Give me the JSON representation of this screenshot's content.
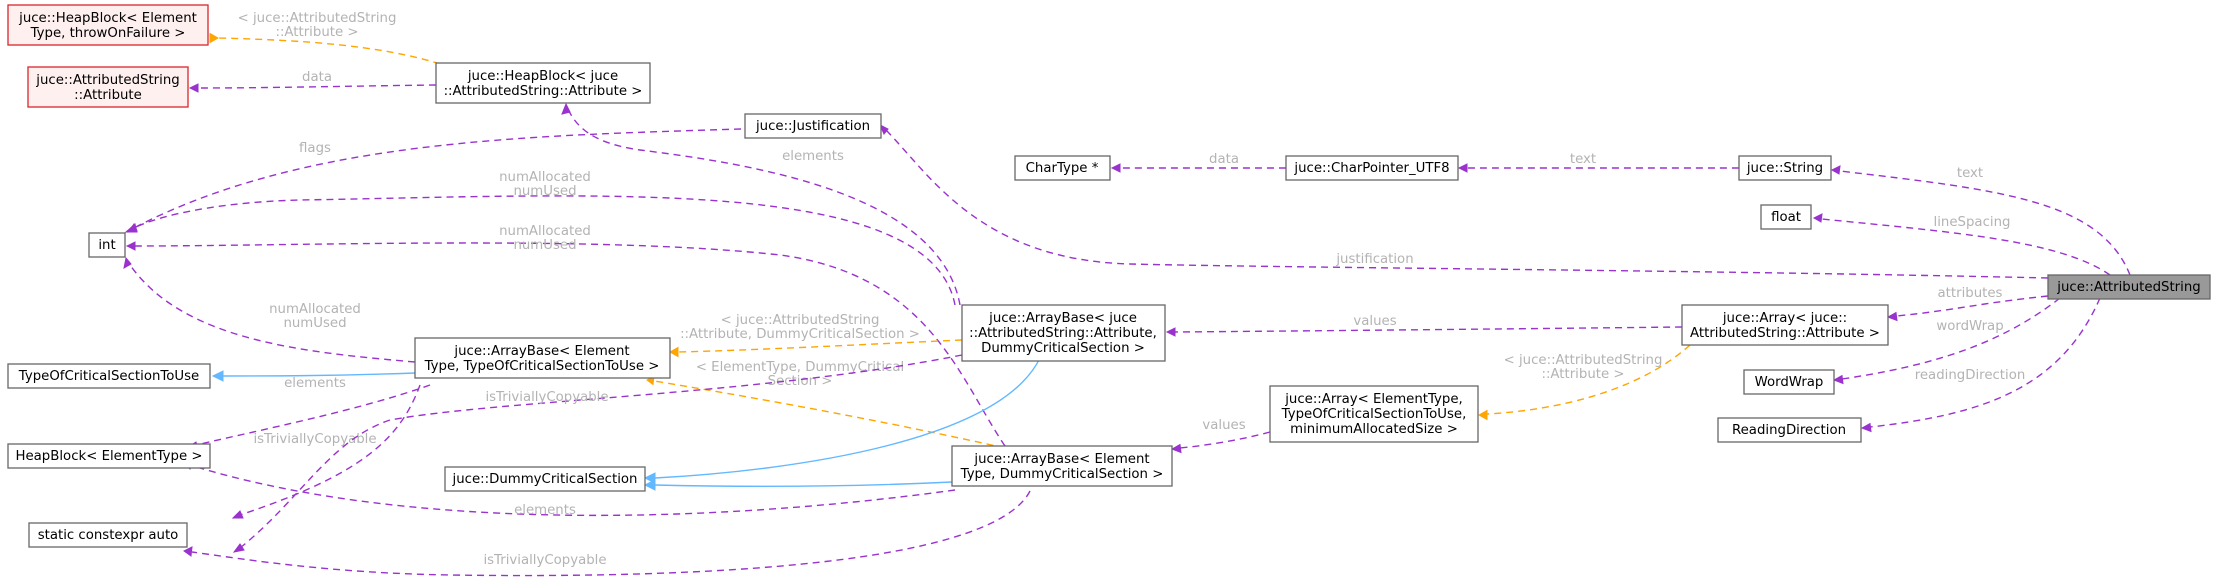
{
  "colors": {
    "member_edge": "#9a32cd",
    "template_edge": "#ffa500",
    "inherit_edge": "#63b8ff",
    "undocumented_border": "#d9262b",
    "undocumented_fill": "#fff0f0",
    "focus_fill": "#999999",
    "edge_label": "#b3b3b3"
  },
  "nodes": [
    {
      "id": "heapblock_throw",
      "lines": [
        "juce::HeapBlock< Element",
        "Type, throwOnFailure >"
      ],
      "style": "undoc"
    },
    {
      "id": "attr_attribute",
      "lines": [
        "juce::AttributedString",
        "::Attribute"
      ],
      "style": "undoc"
    },
    {
      "id": "heapblock_attr",
      "lines": [
        "juce::HeapBlock< juce",
        "::AttributedString::Attribute >"
      ],
      "style": "normal"
    },
    {
      "id": "int",
      "lines": [
        "int"
      ],
      "style": "normal"
    },
    {
      "id": "tocs",
      "lines": [
        "TypeOfCriticalSectionToUse"
      ],
      "style": "normal"
    },
    {
      "id": "heapblock_elem",
      "lines": [
        "HeapBlock< ElementType >"
      ],
      "style": "normal"
    },
    {
      "id": "static_auto",
      "lines": [
        "static constexpr auto"
      ],
      "style": "normal"
    },
    {
      "id": "arraybase_generic",
      "lines": [
        "juce::ArrayBase< Element",
        "Type, TypeOfCriticalSectionToUse >"
      ],
      "style": "normal"
    },
    {
      "id": "dummy_cs",
      "lines": [
        "juce::DummyCriticalSection"
      ],
      "style": "normal"
    },
    {
      "id": "justification",
      "lines": [
        "juce::Justification"
      ],
      "style": "normal"
    },
    {
      "id": "arraybase_attr",
      "lines": [
        "juce::ArrayBase< juce",
        "::AttributedString::Attribute,",
        "DummyCriticalSection >"
      ],
      "style": "normal"
    },
    {
      "id": "arraybase_dummy",
      "lines": [
        "juce::ArrayBase< Element",
        "Type, DummyCriticalSection >"
      ],
      "style": "normal"
    },
    {
      "id": "chartype",
      "lines": [
        "CharType *"
      ],
      "style": "normal"
    },
    {
      "id": "charpointer",
      "lines": [
        "juce::CharPointer_UTF8"
      ],
      "style": "normal"
    },
    {
      "id": "array_generic",
      "lines": [
        "juce::Array< ElementType,",
        "TypeOfCriticalSectionToUse,",
        "minimumAllocatedSize >"
      ],
      "style": "normal"
    },
    {
      "id": "string",
      "lines": [
        "juce::String"
      ],
      "style": "normal"
    },
    {
      "id": "float",
      "lines": [
        "float"
      ],
      "style": "normal"
    },
    {
      "id": "array_attr",
      "lines": [
        "juce::Array< juce::",
        "AttributedString::Attribute >"
      ],
      "style": "normal"
    },
    {
      "id": "wordwrap",
      "lines": [
        "WordWrap"
      ],
      "style": "normal"
    },
    {
      "id": "readingdir",
      "lines": [
        "ReadingDirection"
      ],
      "style": "normal"
    },
    {
      "id": "attributedstring",
      "lines": [
        "juce::AttributedString"
      ],
      "style": "focus"
    }
  ],
  "edges": [
    {
      "id": "e-heapattr-heapthrow",
      "kind": "template",
      "label": [
        "< juce::AttributedString",
        "::Attribute >"
      ]
    },
    {
      "id": "e-heapattr-attr",
      "kind": "member",
      "label": [
        "data"
      ]
    },
    {
      "id": "e-just-int",
      "kind": "member",
      "label": [
        "flags"
      ]
    },
    {
      "id": "e-abattr-heapattr",
      "kind": "member",
      "label": [
        "elements"
      ]
    },
    {
      "id": "e-abattr-int",
      "kind": "member",
      "label": [
        "numAllocated",
        "numUsed"
      ]
    },
    {
      "id": "e-abdummy-int",
      "kind": "member",
      "label": [
        "numAllocated",
        "numUsed"
      ]
    },
    {
      "id": "e-abgen-int",
      "kind": "member",
      "label": [
        "numAllocated",
        "numUsed"
      ]
    },
    {
      "id": "e-abgen-tocs",
      "kind": "inherit",
      "label": []
    },
    {
      "id": "e-abgen-heapelem",
      "kind": "member",
      "label": [
        "elements"
      ]
    },
    {
      "id": "e-abgen-static",
      "kind": "member",
      "label": [
        "isTriviallyCopyable"
      ]
    },
    {
      "id": "e-abattr-abgen",
      "kind": "template",
      "label": [
        "< juce::AttributedString",
        "::Attribute, DummyCriticalSection >"
      ]
    },
    {
      "id": "e-abdummy-abgen",
      "kind": "template",
      "label": [
        "< ElementType, DummyCritical",
        "Section >"
      ]
    },
    {
      "id": "e-abattr-static",
      "kind": "member",
      "label": [
        "isTriviallyCopyable"
      ]
    },
    {
      "id": "e-abattr-dummycs",
      "kind": "inherit",
      "label": []
    },
    {
      "id": "e-abdummy-dummycs",
      "kind": "inherit",
      "label": []
    },
    {
      "id": "e-abdummy-heapelem",
      "kind": "member",
      "label": [
        "elements"
      ]
    },
    {
      "id": "e-abdummy-static",
      "kind": "member",
      "label": [
        "isTriviallyCopyable"
      ]
    },
    {
      "id": "e-charptr-chartype",
      "kind": "member",
      "label": [
        "data"
      ]
    },
    {
      "id": "e-string-charptr",
      "kind": "member",
      "label": [
        "text"
      ]
    },
    {
      "id": "e-arrayattr-abattr",
      "kind": "member",
      "label": [
        "values"
      ]
    },
    {
      "id": "e-arrayattr-arraygen",
      "kind": "template",
      "label": [
        "< juce::AttributedString",
        "::Attribute >"
      ]
    },
    {
      "id": "e-arraygen-abdummy",
      "kind": "member",
      "label": [
        "values"
      ]
    },
    {
      "id": "e-as-string",
      "kind": "member",
      "label": [
        "text"
      ]
    },
    {
      "id": "e-as-float",
      "kind": "member",
      "label": [
        "lineSpacing"
      ]
    },
    {
      "id": "e-as-just",
      "kind": "member",
      "label": [
        "justification"
      ]
    },
    {
      "id": "e-as-arrayattr",
      "kind": "member",
      "label": [
        "attributes"
      ]
    },
    {
      "id": "e-as-wordwrap",
      "kind": "member",
      "label": [
        "wordWrap"
      ]
    },
    {
      "id": "e-as-readingdir",
      "kind": "member",
      "label": [
        "readingDirection"
      ]
    }
  ]
}
